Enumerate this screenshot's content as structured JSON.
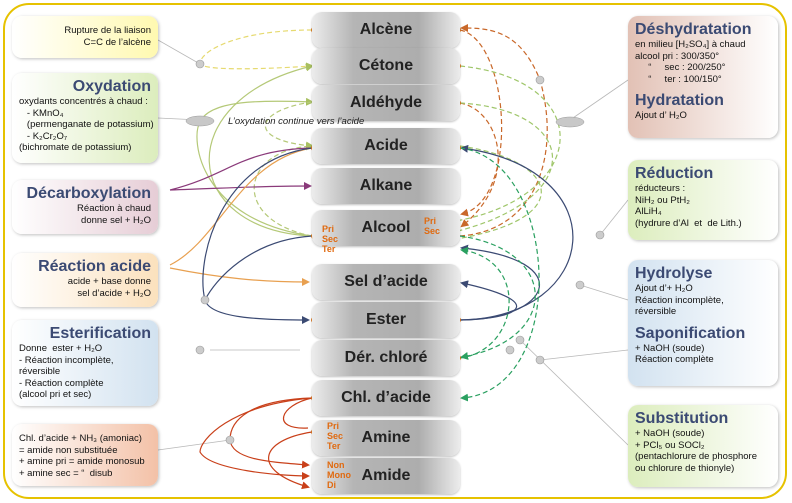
{
  "compounds": [
    {
      "id": "alcene",
      "label": "Alcène"
    },
    {
      "id": "cetone",
      "label": "Cétone"
    },
    {
      "id": "aldehyde",
      "label": "Aldéhyde"
    },
    {
      "id": "acide",
      "label": "Acide"
    },
    {
      "id": "alkane",
      "label": "Alkane"
    },
    {
      "id": "alcool",
      "label": "Alcool"
    },
    {
      "id": "sel",
      "label": "Sel d’acide"
    },
    {
      "id": "ester",
      "label": "Ester"
    },
    {
      "id": "derchlore",
      "label": "Dér. chloré"
    },
    {
      "id": "chlacide",
      "label": "Chl. d’acide"
    },
    {
      "id": "amine",
      "label": "Amine"
    },
    {
      "id": "amide",
      "label": "Amide"
    }
  ],
  "alcool_left_tags": [
    "Pri",
    "Sec",
    "Ter"
  ],
  "alcool_right_tags": [
    "Pri",
    "Sec"
  ],
  "amine_tags": [
    "Pri",
    "Sec",
    "Ter"
  ],
  "amide_tags": [
    "Non",
    "Mono",
    "Di"
  ],
  "continuation_label": "L’oxydation continue vers l’acide",
  "boxes": {
    "rupture": {
      "lines": [
        "Rupture de la liaison",
        "C=C de l’alcène"
      ]
    },
    "oxydation": {
      "title": "Oxydation",
      "lines": [
        "oxydants concentrés à chaud :",
        "   - KMnO₄",
        "   (permenganate de potassium)",
        "   - K₂Cr₂O₇",
        "(bichromate de potassium)"
      ]
    },
    "decarboxylation": {
      "title": "Décarboxylation",
      "lines": [
        "Réaction à chaud",
        "donne sel + H₂O"
      ]
    },
    "reaction_acide": {
      "title": "Réaction acide",
      "lines": [
        "acide + base donne",
        "sel d’acide + H₂O"
      ]
    },
    "esterification": {
      "title": "Esterification",
      "lines": [
        "Donne  ester + H₂O",
        "- Réaction incomplète,",
        "réversible",
        "- Réaction complète",
        "(alcool pri et sec)"
      ]
    },
    "amide": {
      "lines": [
        "Chl. d’acide + NH₃ (amoniac)",
        "= amide non substituée",
        "+ amine pri = amide monosub",
        "+ amine sec = “  disub"
      ]
    },
    "deshydratation": {
      "title": "Déshydratation",
      "lines": [
        "en milieu [H₂SO₄] à chaud",
        "alcool pri : 300/350°",
        "     “     sec : 200/250°",
        "     “     ter : 100/150°"
      ],
      "subtitle": "Hydratation",
      "sub_lines": [
        "Ajout d’ H₂O"
      ]
    },
    "reduction": {
      "title": "Réduction",
      "lines": [
        "réducteurs :",
        "NiH₂ ou PtH₂",
        "AlLiH₄",
        "(hydrure d’Al  et  de Lith.)"
      ]
    },
    "hydrolyse": {
      "title": "Hydrolyse",
      "lines": [
        "Ajout d’+ H₂O",
        "Réaction incomplète,",
        "réversible"
      ],
      "subtitle": "Saponification",
      "sub_lines": [
        "+ NaOH (soude)",
        "Réaction complète"
      ]
    },
    "substitution": {
      "title": "Substitution",
      "lines": [
        "+ NaOH (soude)",
        "+ PCl₅ ou SOCl₂",
        "(pentachlorure de phosphore",
        "ou chlorure de thionyle)"
      ]
    }
  },
  "colors": {
    "frame": "#e6c200",
    "rupture": "#f2e98a",
    "oxydation": "#c9dba6",
    "decarboxylation": "#8a3a7a",
    "reaction_acide": "#e8a050",
    "esterification": "#3b4a73",
    "amide": "#c9401a",
    "deshydratation": "#c9682a",
    "hydratation": "#c9682a",
    "reduction": "#7ab04a",
    "hydrolyse": "#3b4a73",
    "substitution": "#2aa060"
  }
}
